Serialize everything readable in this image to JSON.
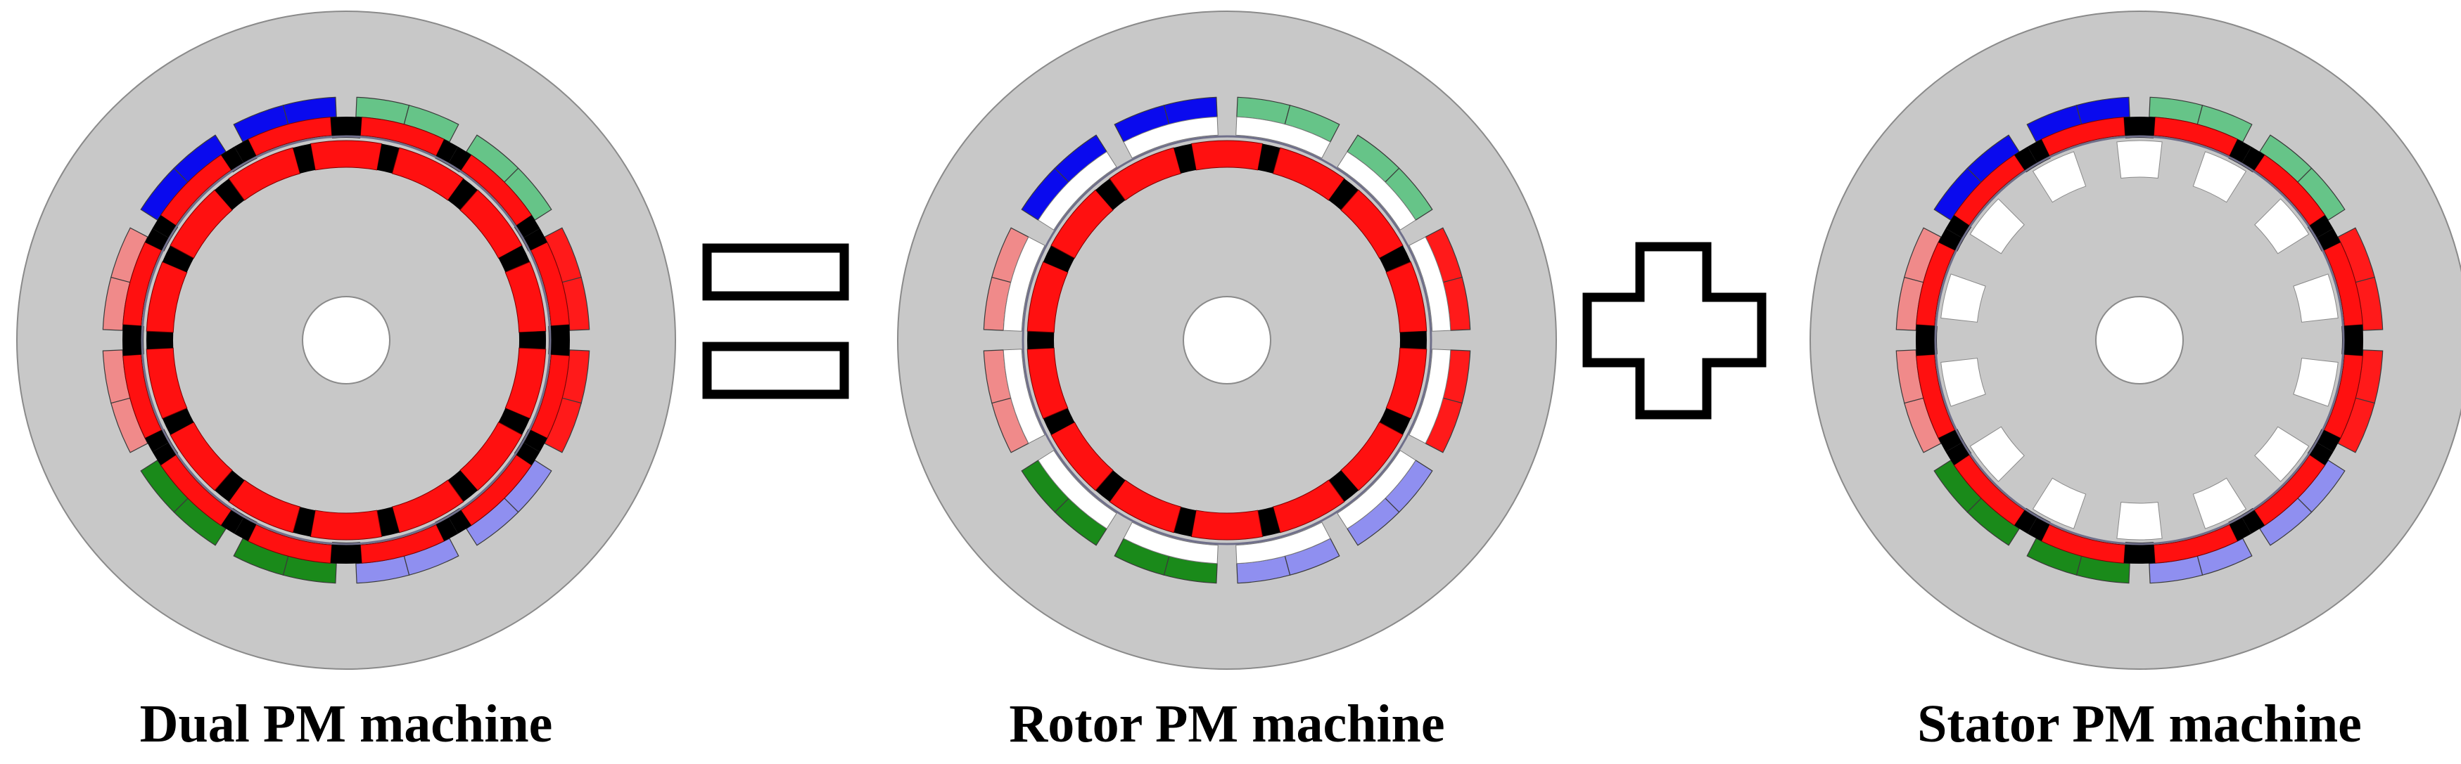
{
  "labels": {
    "dual": "Dual PM machine",
    "rotor": "Rotor PM machine",
    "stator": "Stator PM machine"
  },
  "operators": [
    "equals-sign",
    "plus-sign"
  ],
  "colors": {
    "disc": "#c8c8c8",
    "disc_edge": "#8a8a8a",
    "air_gap_line": "#6f6f8a",
    "magnet_red": "#ff1010",
    "iron_black": "#000000",
    "slot_white": "#ffffff",
    "phase_a": "#0a0aee",
    "phase_b": "#66c488",
    "phase_c": "#ff1a1a",
    "phase_a_neg": "#f08a8a",
    "phase_b_neg": "#1a8a1a",
    "phase_c_neg": "#8f8ff0",
    "operator_stroke": "#000000"
  },
  "coil_phases": [
    "phase_a",
    "phase_b",
    "phase_b",
    "phase_c",
    "phase_c",
    "phase_c_neg",
    "phase_c_neg",
    "phase_b_neg",
    "phase_b_neg",
    "phase_a_neg",
    "phase_a_neg",
    "phase_a"
  ],
  "machines": [
    {
      "id": "dual",
      "rotor_pm": true,
      "stator_pm": true
    },
    {
      "id": "rotor",
      "rotor_pm": true,
      "stator_pm": false
    },
    {
      "id": "stator",
      "rotor_pm": false,
      "stator_pm": true
    }
  ]
}
